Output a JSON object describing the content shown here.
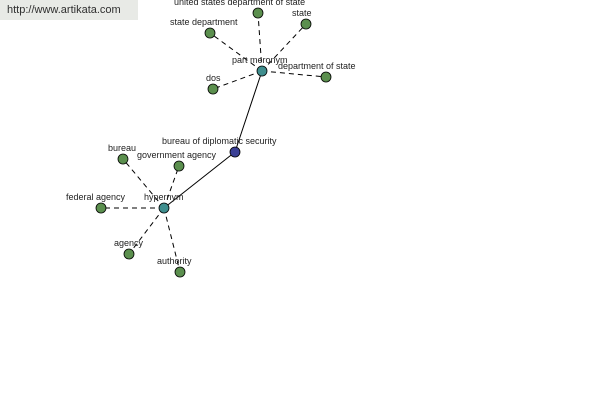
{
  "source_url": "http://www.artikata.com",
  "colors": {
    "leaf": "#5b8f4e",
    "relation": "#3f8e8e",
    "center": "#3a3f95",
    "url_bar_bg": "#e8eae6"
  },
  "nodes": {
    "center": {
      "label": "bureau of diplomatic security",
      "kind": "center"
    },
    "part_meronym": {
      "label": "part meronym",
      "kind": "relation"
    },
    "hypernym": {
      "label": "hypernym",
      "kind": "relation"
    },
    "united_states_department_of_state": {
      "label": "united states department of state",
      "kind": "leaf"
    },
    "state": {
      "label": "state",
      "kind": "leaf"
    },
    "state_department": {
      "label": "state department",
      "kind": "leaf"
    },
    "department_of_state": {
      "label": "department of state",
      "kind": "leaf"
    },
    "dos": {
      "label": "dos",
      "kind": "leaf"
    },
    "bureau": {
      "label": "bureau",
      "kind": "leaf"
    },
    "government_agency": {
      "label": "government agency",
      "kind": "leaf"
    },
    "federal_agency": {
      "label": "federal agency",
      "kind": "leaf"
    },
    "agency": {
      "label": "agency",
      "kind": "leaf"
    },
    "authority": {
      "label": "authority",
      "kind": "leaf"
    }
  },
  "edges": [
    {
      "from": "center",
      "to": "part_meronym",
      "style": "solid"
    },
    {
      "from": "center",
      "to": "hypernym",
      "style": "solid"
    },
    {
      "from": "part_meronym",
      "to": "united_states_department_of_state",
      "style": "dashed"
    },
    {
      "from": "part_meronym",
      "to": "state",
      "style": "dashed"
    },
    {
      "from": "part_meronym",
      "to": "state_department",
      "style": "dashed"
    },
    {
      "from": "part_meronym",
      "to": "department_of_state",
      "style": "dashed"
    },
    {
      "from": "part_meronym",
      "to": "dos",
      "style": "dashed"
    },
    {
      "from": "hypernym",
      "to": "bureau",
      "style": "dashed"
    },
    {
      "from": "hypernym",
      "to": "government_agency",
      "style": "dashed"
    },
    {
      "from": "hypernym",
      "to": "federal_agency",
      "style": "dashed"
    },
    {
      "from": "hypernym",
      "to": "agency",
      "style": "dashed"
    },
    {
      "from": "hypernym",
      "to": "authority",
      "style": "dashed"
    }
  ]
}
